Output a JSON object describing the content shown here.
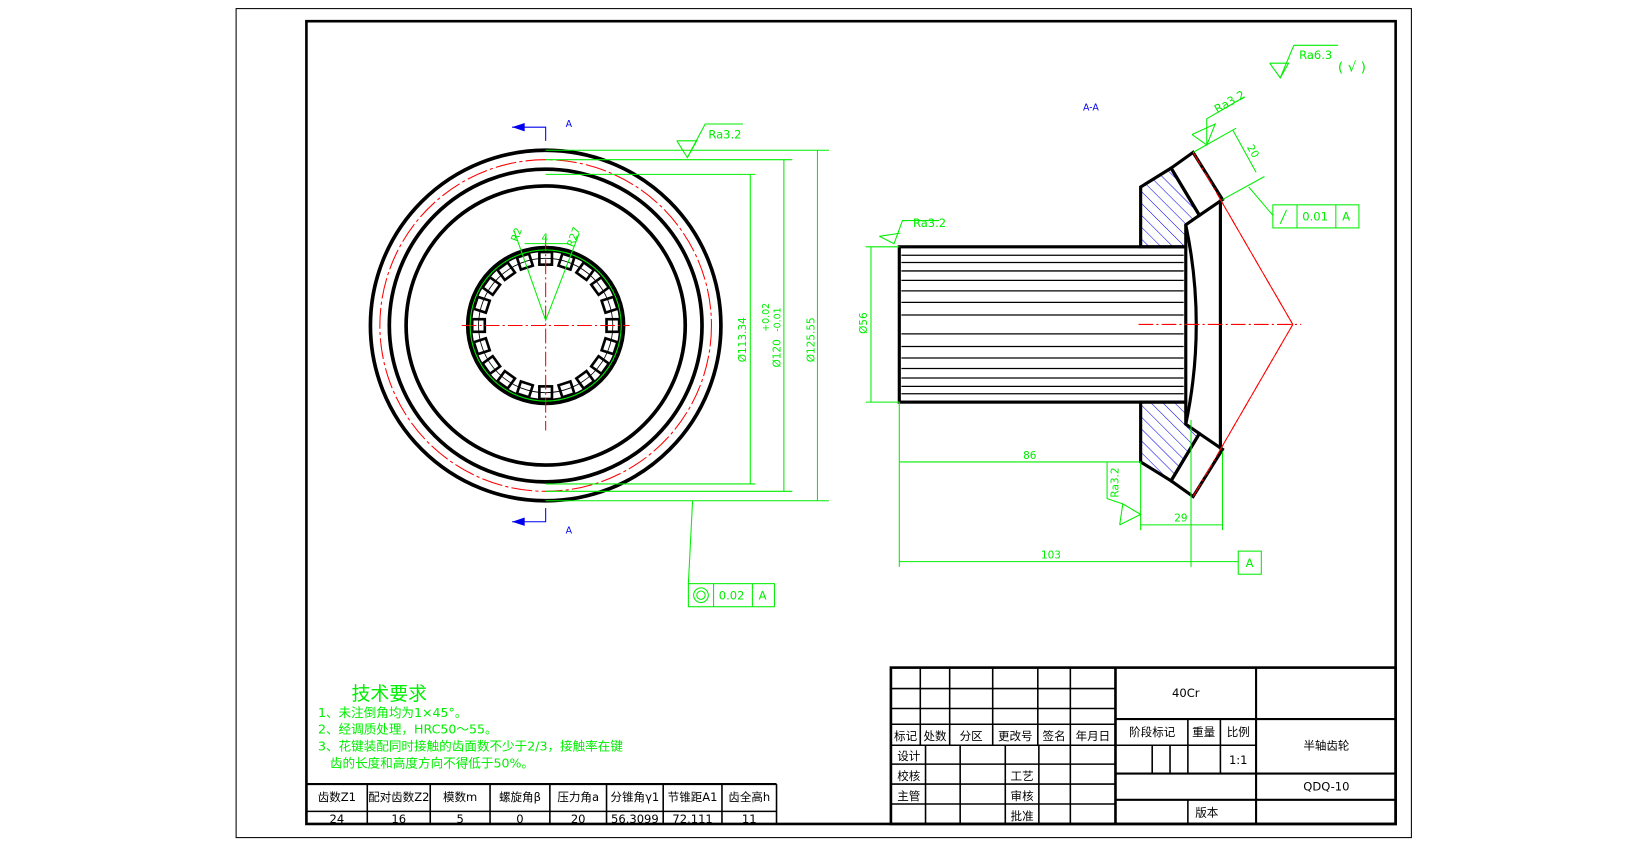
{
  "colors": {
    "dimension": "#00ee00",
    "outline": "#000000",
    "centerline": "#ff0000",
    "hatch": "#0000ee"
  },
  "front_view": {
    "section_mark_top": "A",
    "section_mark_bottom": "A",
    "roughness": "Ra3.2",
    "dims": {
      "d1": "Ø113.34",
      "d2": "Ø120",
      "d2_tol_upper": "+0.02",
      "d2_tol_lower": "-0.01",
      "d3": "Ø125.55",
      "spline_r1": "R2",
      "spline_w": "4",
      "spline_r2": "R27"
    },
    "concentricity": {
      "symbol": "concentricity-icon",
      "value": "0.02",
      "datum": "A"
    }
  },
  "section_view": {
    "title": "A-A",
    "roughness_general": "Ra6.3",
    "roughness_general_suffix": "( √ )",
    "roughness_face": "Ra3.2",
    "roughness_shaft": "Ra3.2",
    "roughness_back": "Ra3.2",
    "dims": {
      "shaft_dia": "Ø56",
      "tooth_width": "20",
      "len_86": "86",
      "len_103": "103",
      "len_29": "29"
    },
    "runout": {
      "symbol": "runout-icon",
      "value": "0.01",
      "datum": "A"
    },
    "datum": "A"
  },
  "tech_requirements": {
    "title": "技术要求",
    "lines": [
      "1、未注倒角均为1×45°。",
      "2、经调质处理，HRC50～55。",
      "3、花键装配同时接触的齿面数不少于2/3，接触率在键",
      "   齿的长度和高度方向不得低于50%。"
    ]
  },
  "param_table": {
    "headers": [
      "齿数Z1",
      "配对齿数Z2",
      "模数m",
      "螺旋角β",
      "压力角a",
      "分锥角γ1",
      "节锥距A1",
      "齿全高h"
    ],
    "values": [
      "24",
      "16",
      "5",
      "0",
      "20",
      "56.3099",
      "72.111",
      "11"
    ]
  },
  "title_block": {
    "rev_headers": [
      "标记",
      "处数",
      "分区",
      "更改号",
      "签名",
      "年月日"
    ],
    "roles": [
      "设计",
      "校核",
      "主管"
    ],
    "roles2": [
      "工艺",
      "审核",
      "批准"
    ],
    "material": "40Cr",
    "stage_label": "阶段标记",
    "weight_label": "重量",
    "scale_label": "比例",
    "scale": "1:1",
    "version_label": "版本",
    "part_name": "半轴齿轮",
    "drawing_no": "QDQ-10"
  }
}
